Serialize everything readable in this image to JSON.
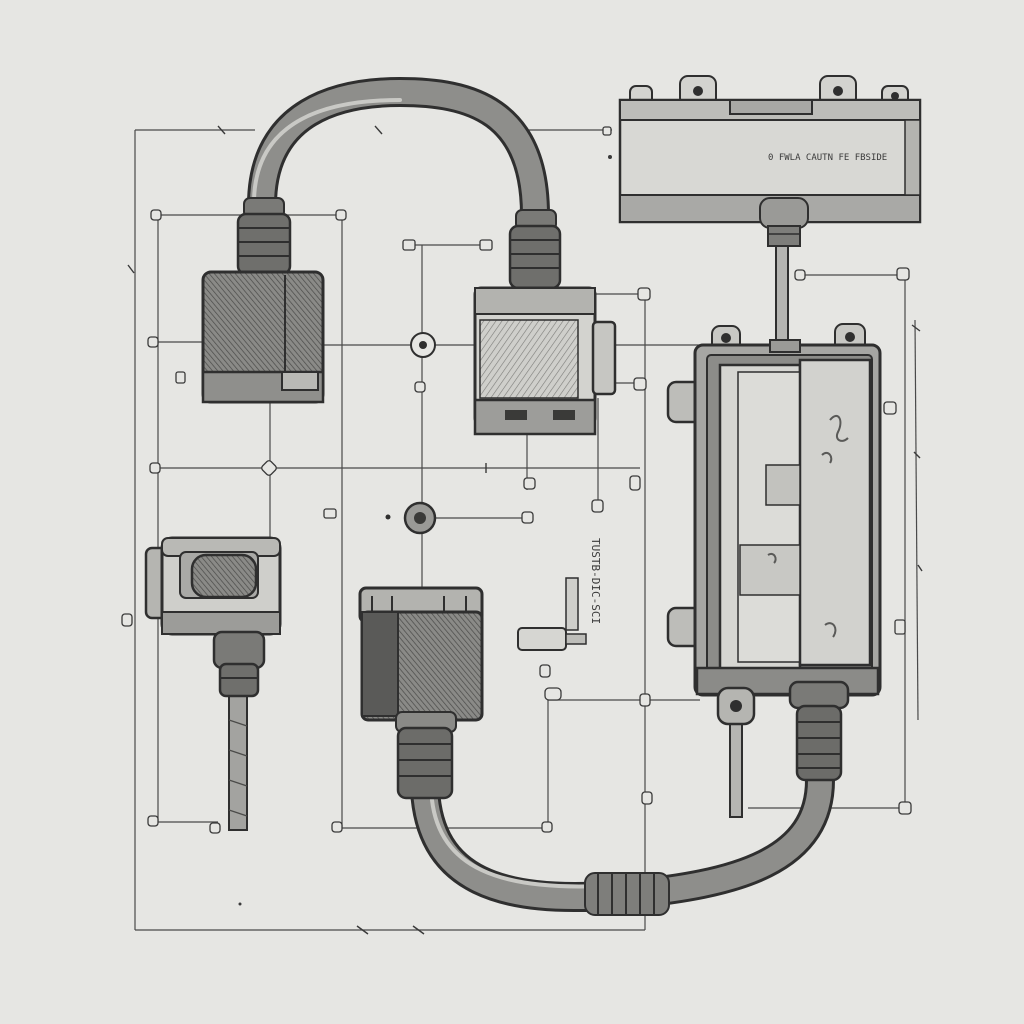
{
  "colors": {
    "paper": "#e6e6e3",
    "ink": "#2f2f2f",
    "shade": "#8d8d8a",
    "light_fill": "#d9d9d6",
    "dark_fill": "#6f6f6c"
  },
  "labels": {
    "relay_plate_text": "0 FWLA CAUTN FE FBSIDE",
    "vertical_note": "TUSTB-DIC-SCI"
  },
  "components": [
    "Relay Module",
    "Left Connector",
    "Middle Connector",
    "Control Box",
    "Plug Connector",
    "Lower Connector",
    "Cable Loop Top",
    "Cable Loop Bottom"
  ]
}
